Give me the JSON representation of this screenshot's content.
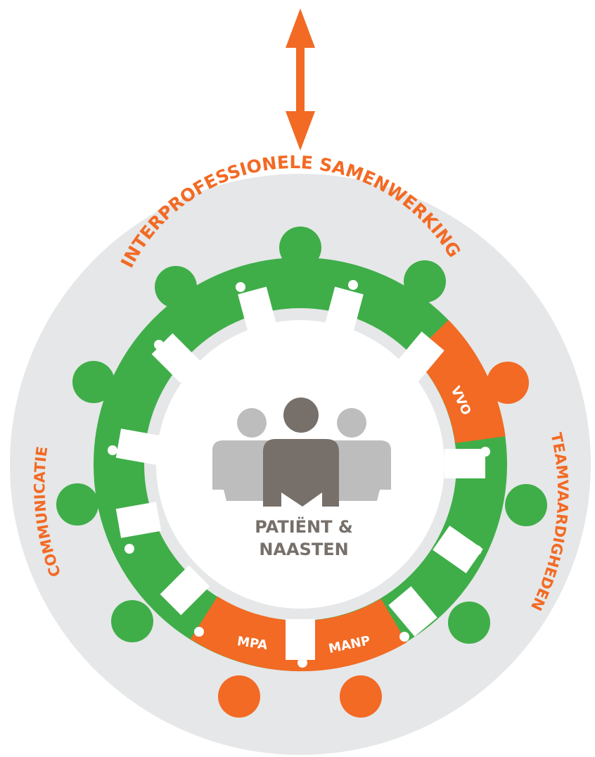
{
  "diagram": {
    "arc_labels": {
      "top": "INTERPROFESSIONELE SAMENWERKING",
      "left": "COMMUNICATIE",
      "right": "TEAMVAARDIGHEDEN"
    },
    "center_label": {
      "line1": "PATIËNT &",
      "line2": "NAASTEN"
    },
    "role_labels": {
      "right": "VVO",
      "bottom_left": "MPA",
      "bottom_right": "MANP"
    },
    "colors": {
      "orange": "#f26a24",
      "green": "#3fae49",
      "gray_ring": "#e6e7e8",
      "dark_gray": "#77706a",
      "light_gray": "#bdbdbd",
      "white": "#ffffff"
    }
  }
}
